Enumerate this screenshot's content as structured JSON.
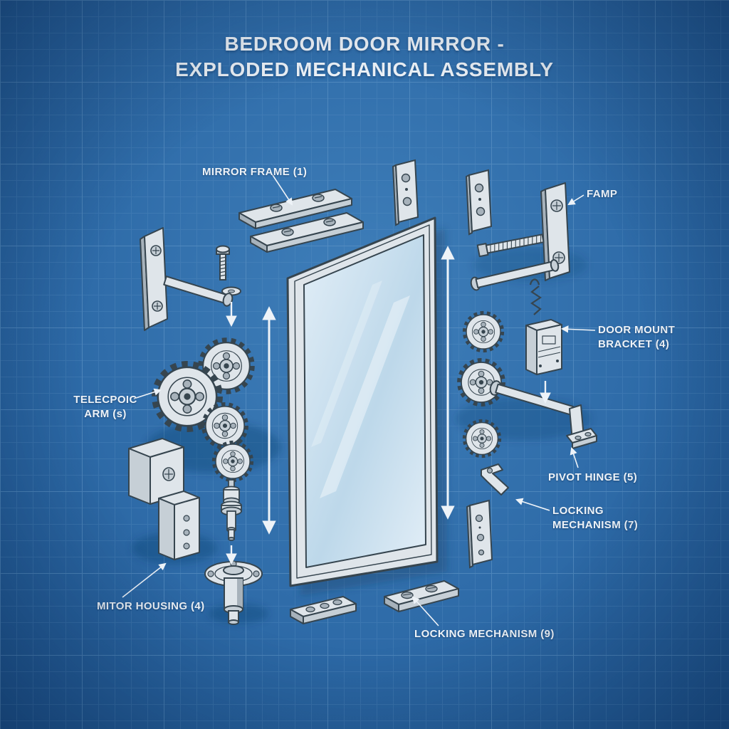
{
  "title": {
    "line1": "BEDROOM DOOR MIRROR -",
    "line2": "EXPLODED MECHANICAL ASSEMBLY"
  },
  "labels": {
    "mirror_frame": {
      "text": "MIRROR FRAME (1)"
    },
    "famp": {
      "text": "FAMP"
    },
    "door_mount_bracket": {
      "text": "DOOR MOUNT BRACKET (4)"
    },
    "telescopic_arm": {
      "text": "TELECPOIC ARM (s)"
    },
    "pivot_hinge": {
      "text": "PIVOT HINGE (5)"
    },
    "locking_mechanism_7": {
      "text": "LOCKING MECHANISM (7)"
    },
    "motor_housing": {
      "text": "MITOR HOUSING (4)"
    },
    "locking_mechanism_9": {
      "text": "LOCKING MECHANISM (9)"
    }
  },
  "colors": {
    "bg": "#2e6ba8",
    "bg-light": "#3f7fba",
    "bg-dark": "#1d5490",
    "grid-line": "#6398c8",
    "text": "#eef3f8",
    "outline": "#36454f",
    "part-fill": "#dfe5ea",
    "part-mid": "#c6cfd6",
    "part-dark": "#a7b2bb",
    "glass-hi": "#e2eef7",
    "glass-lo": "#bdd8ea"
  }
}
